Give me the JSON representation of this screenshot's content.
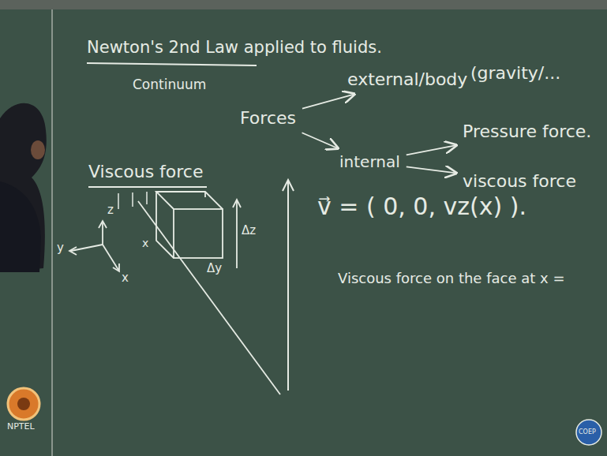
{
  "diagram": {
    "title": "Newton's 2nd Law applied to fluids.",
    "nodes": [
      {
        "text": [
          "Forces"
        ]
      },
      {
        "text": [
          "external/body"
        ]
      },
      {
        "text": [
          "internal"
        ]
      },
      {
        "text": [
          "Pressure force."
        ]
      },
      {
        "text": [
          "viscous force"
        ]
      }
    ],
    "edges": [
      {
        "from": 0,
        "to": 1,
        "arrow": "to"
      },
      {
        "from": 0,
        "to": 2,
        "arrow": "to"
      },
      {
        "from": 2,
        "to": 3,
        "arrow": "to"
      },
      {
        "from": 2,
        "to": 4,
        "arrow": "to"
      }
    ],
    "labels": [
      "Continuum",
      "(gravity/...",
      "v⃗ = ( 0, 0, vz(x) ).",
      "Viscous force on the face at x =",
      "Viscous force",
      "z",
      "y",
      "x",
      "x",
      "Δz",
      "Δy",
      "NPTEL",
      "COEP"
    ]
  }
}
